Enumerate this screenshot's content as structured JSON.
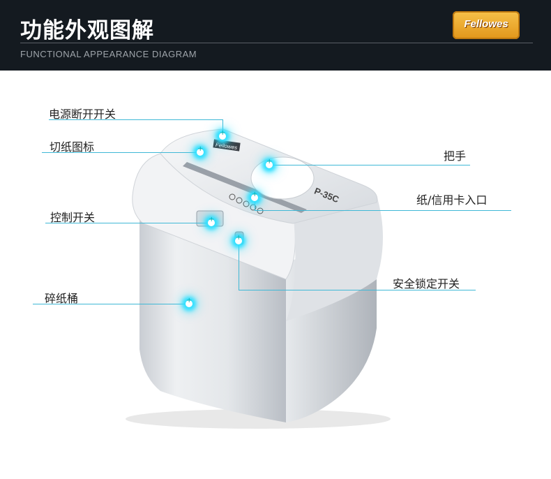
{
  "header": {
    "title": "功能外观图解",
    "subtitle": "FUNCTIONAL APPEARANCE DIAGRAM",
    "brand": "Fellowes"
  },
  "product": {
    "model_label": "P-35C",
    "logo_label": "Fellowes"
  },
  "callouts": {
    "power_switch": "电源断开开关",
    "cut_icon": "切纸图标",
    "control_switch": "控制开关",
    "bin": "碎纸桶",
    "handle": "把手",
    "paper_card_slot": "纸/信用卡入口",
    "safety_lock": "安全锁定开关"
  },
  "colors": {
    "header_bg": "#141a20",
    "callout_line": "#3fb8d6",
    "glow": "#2ee0ff",
    "brand_badge": "#e9a325"
  }
}
